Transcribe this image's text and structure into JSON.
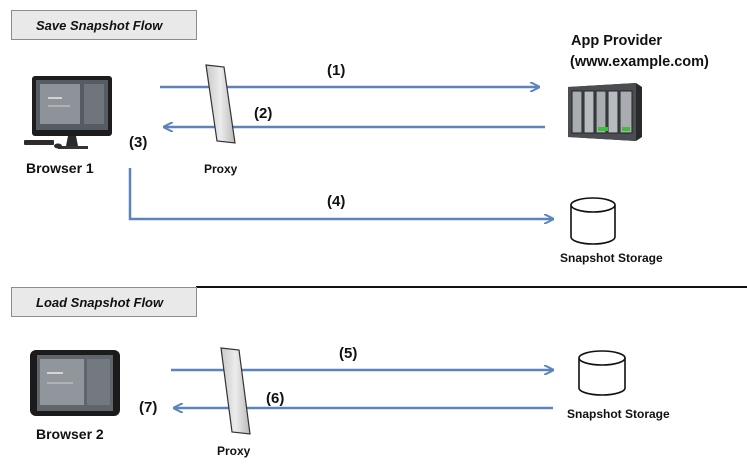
{
  "save_flow": {
    "title": "Save Snapshot Flow",
    "browser_label": "Browser 1",
    "proxy_label": "Proxy",
    "provider_line1": "App Provider",
    "provider_line2": "(www.example.com)",
    "storage_label": "Snapshot Storage",
    "steps": [
      "(1)",
      "(2)",
      "(3)",
      "(4)"
    ]
  },
  "load_flow": {
    "title": "Load Snapshot Flow",
    "browser_label": "Browser 2",
    "proxy_label": "Proxy",
    "storage_label": "Snapshot Storage",
    "steps": [
      "(5)",
      "(6)",
      "(7)"
    ]
  },
  "colors": {
    "arrow": "#5b84bc",
    "title_box": "#e9e9e9"
  },
  "icons": [
    "desktop-computer-icon",
    "server-rack-icon",
    "database-cylinder-icon",
    "tablet-icon",
    "proxy-panel-icon"
  ]
}
